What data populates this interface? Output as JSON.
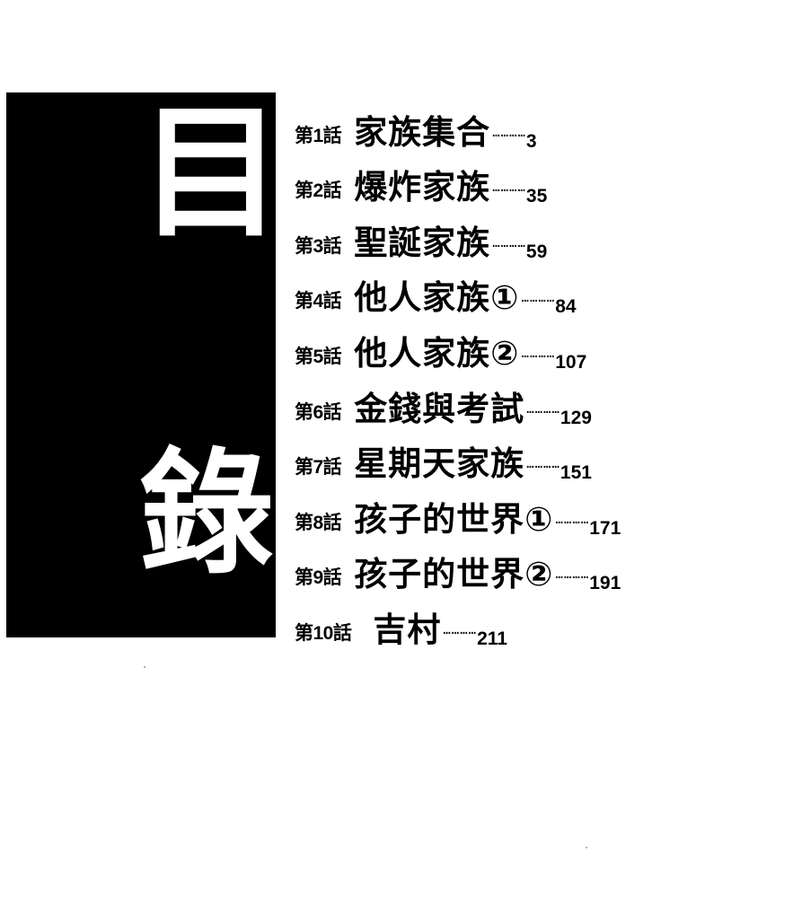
{
  "title_block": {
    "char1": "目",
    "char2": "錄"
  },
  "dot_leader": "…………",
  "chapters": [
    {
      "label": "第1話",
      "title": "家族集合",
      "page": "3"
    },
    {
      "label": "第2話",
      "title": "爆炸家族",
      "page": "35"
    },
    {
      "label": "第3話",
      "title": "聖誕家族",
      "page": "59"
    },
    {
      "label": "第4話",
      "title": "他人家族①",
      "page": "84"
    },
    {
      "label": "第5話",
      "title": "他人家族②",
      "page": "107"
    },
    {
      "label": "第6話",
      "title": "金錢與考試",
      "page": "129"
    },
    {
      "label": "第7話",
      "title": "星期天家族",
      "page": "151"
    },
    {
      "label": "第8話",
      "title": "孩子的世界①",
      "page": "171"
    },
    {
      "label": "第9話",
      "title": "孩子的世界②",
      "page": "191"
    },
    {
      "label": "第10話",
      "title": "吉村",
      "page": "211"
    }
  ]
}
